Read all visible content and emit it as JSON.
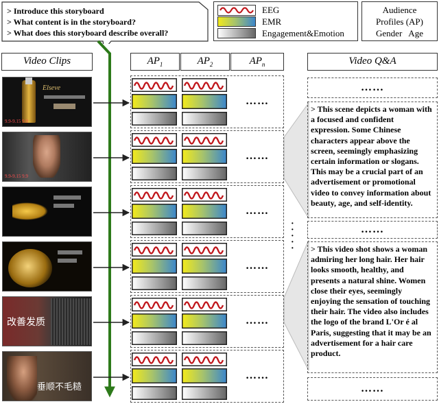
{
  "questions": [
    "> Introduce this storyboard",
    "> What content is in the storyboard?",
    "> What does this storyboard describe overall?"
  ],
  "legend": {
    "eeg_label": "EEG",
    "emr_label": "EMR",
    "engagement_label": "Engagement&Emotion",
    "eeg_color": "#c0161b",
    "emr_gradient": [
      "#f5e81c",
      "#3f89c9"
    ],
    "engagement_gradient": [
      "#ffffff",
      "#6e6e6e"
    ]
  },
  "audience": {
    "line1": "Audience",
    "line2": "Profiles (AP)",
    "line3": "Gender   Age"
  },
  "headers": {
    "video_clips": "Video Clips",
    "ap1": "AP1",
    "ap2": "AP2",
    "apn": "APn",
    "video_qa": "Video Q&A"
  },
  "clips": [
    {
      "overlay": "Elseve",
      "bottom": "9.9-9.15 9.9"
    },
    {
      "overlay": "",
      "bottom": "9.9-9.15 9.9"
    },
    {
      "overlay": "",
      "bottom": ""
    },
    {
      "overlay": "",
      "bottom": ""
    },
    {
      "overlay": "改善发质",
      "bottom": ""
    },
    {
      "overlay": "垂顺不毛糙",
      "bottom": ""
    }
  ],
  "row_dots": "……",
  "vertical_dots": "⋮",
  "qa": {
    "top_dots": "……",
    "answer1": "> This scene depicts a woman with a focused and confident expression. Some Chinese characters appear above the screen, seemingly emphasizing certain information or slogans. This may be a crucial part of an advertisement or promotional video to convey information about beauty, age, and self-identity.",
    "mid_dots": "……",
    "answer2": "> This video shot shows a woman admiring her long hair. Her hair looks smooth, healthy, and presents a natural shine. Women close their eyes, seemingly enjoying the sensation of touching their hair. The video also includes the logo of the brand L'Or é al Paris, suggesting that it may be an advertisement for a hair care product.",
    "bottom_dots": "……"
  }
}
